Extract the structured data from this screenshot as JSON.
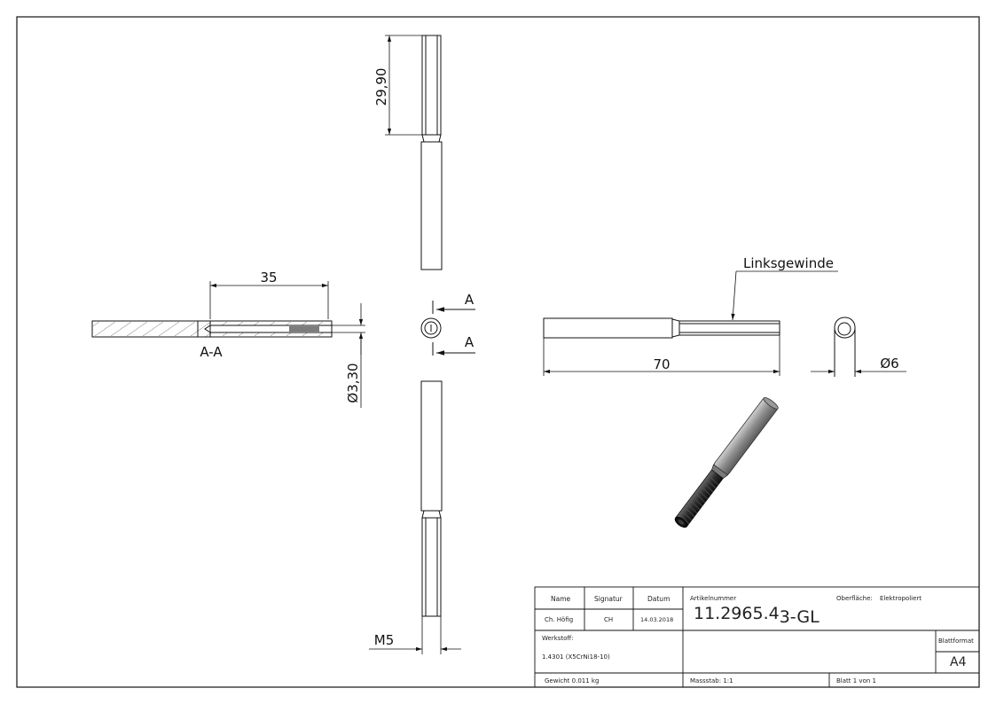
{
  "dimensions": {
    "thread_length": "29,90",
    "section_length": "35",
    "bore_diameter": "Ø3,30",
    "thread_size": "M5",
    "overall_length": "70",
    "outer_diameter": "Ø6"
  },
  "labels": {
    "section_view": "A-A",
    "section_marker_top": "A",
    "section_marker_bottom": "A",
    "callout": "Linksgewinde"
  },
  "title_block": {
    "name_header": "Name",
    "signature_header": "Signatur",
    "date_header": "Datum",
    "article_header": "Artikelnummer",
    "surface_label": "Oberfläche:",
    "surface_value": "Elektropoliert",
    "name": "Ch. Höfig",
    "signature": "CH",
    "date": "14.03.2018",
    "article_number_main": "11.2965.4",
    "article_number_suffix": "3-GL",
    "material_label": "Werkstoff:",
    "material_value": "1.4301 (X5CrNi18-10)",
    "sheet_format_label": "Blattformat",
    "sheet_format_value": "A4",
    "weight": "Gewicht 0.011 kg",
    "scale": "Massstab: 1:1",
    "sheet_number": "Blatt 1 von 1"
  },
  "colors": {
    "line": "#111111",
    "rod_shade": "#8a8a8a",
    "thread_dark": "#2a2a2a"
  }
}
